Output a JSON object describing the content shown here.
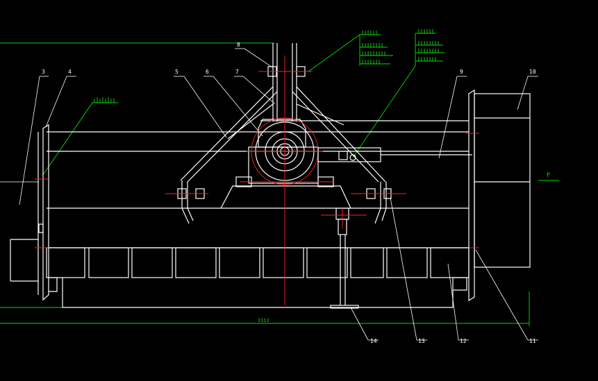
{
  "drawing": {
    "part_labels": {
      "p3": "3",
      "p4": "4",
      "p5": "5",
      "p6": "6",
      "p7": "7",
      "p8": "8",
      "p9": "9",
      "p10": "10",
      "p11": "11",
      "p12": "12",
      "p13": "13",
      "p14": "14"
    },
    "view_marker": "F",
    "overall_dimension": "1111",
    "roughness_symbols": [
      "aaaaa",
      "aaaaa",
      "aaaaa",
      "aaaaa"
    ],
    "colors": {
      "background": "#000000",
      "outline": "#ffffff",
      "centerline": "#ff2020",
      "dimension": "#00e000"
    }
  }
}
